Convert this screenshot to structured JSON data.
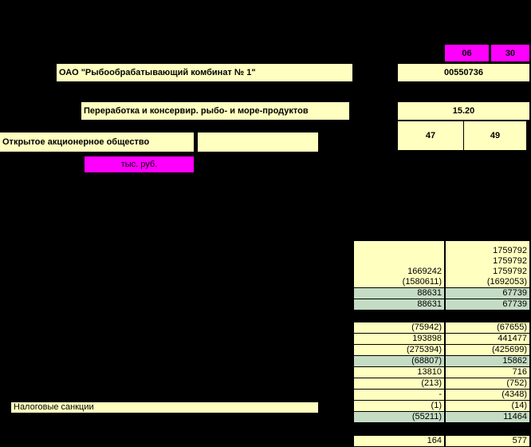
{
  "header": {
    "month": "06",
    "day": "30",
    "org_name": "ОАО \"Рыбообрабатывающий комбинат № 1\"",
    "okpo": "00550736",
    "activity": "Переработка и консервир. рыбо- и море-продуктов",
    "okved": "15.20",
    "legal_form": "Открытое акционерное общество",
    "opf_code": "47",
    "ofs_code": "49",
    "unit": "тыс. руб."
  },
  "side_label": "Налоговые санкции",
  "top_block": {
    "col1": [
      "",
      "",
      "1669242"
    ],
    "col2": [
      "1759792",
      "1759792",
      "1759792"
    ]
  },
  "rows_a": [
    {
      "c1": "(1580611)",
      "c2": "(1692053)",
      "hl": false
    },
    {
      "c1": "88631",
      "c2": "67739",
      "hl": true
    },
    {
      "c1": "88631",
      "c2": "67739",
      "hl": true
    }
  ],
  "rows_b": [
    {
      "c1": "(75942)",
      "c2": "(67655)",
      "hl": false
    },
    {
      "c1": "193898",
      "c2": "441477",
      "hl": false
    },
    {
      "c1": "(275394)",
      "c2": "(425699)",
      "hl": false
    },
    {
      "c1": "(68807)",
      "c2": "15862",
      "hl": true
    },
    {
      "c1": "13810",
      "c2": "716",
      "hl": false
    },
    {
      "c1": "(213)",
      "c2": "(752)",
      "hl": false
    },
    {
      "c1": "-",
      "c2": "(4348)",
      "hl": false
    },
    {
      "c1": "(1)",
      "c2": "(14)",
      "hl": false
    },
    {
      "c1": "(55211)",
      "c2": "11464",
      "hl": true
    }
  ],
  "rows_c": [
    {
      "c1": "164",
      "c2": "577",
      "hl": false
    }
  ]
}
